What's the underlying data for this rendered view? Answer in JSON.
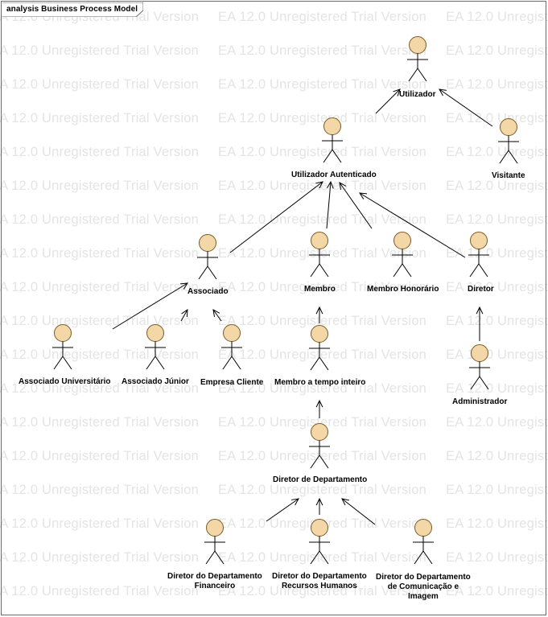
{
  "diagram": {
    "title": "analysis Business Process Model",
    "watermark": "EA 12.0 Unregistered Trial Version",
    "colors": {
      "actor_head_fill": "#f4d7a6",
      "actor_head_stroke": "#7a5a2a",
      "line": "#000000",
      "watermark": "#e4e4e4",
      "frame": "#6b6b6b"
    }
  },
  "actors": [
    {
      "id": "utilizador",
      "name": "Utilizador"
    },
    {
      "id": "utilizador_autenticado",
      "name": "Utilizador Autenticado"
    },
    {
      "id": "visitante",
      "name": "Visitante"
    },
    {
      "id": "associado",
      "name": "Associado"
    },
    {
      "id": "membro",
      "name": "Membro"
    },
    {
      "id": "membro_honorario",
      "name": "Membro Honorário"
    },
    {
      "id": "diretor",
      "name": "Diretor"
    },
    {
      "id": "associado_universitario",
      "name": "Associado Universitário"
    },
    {
      "id": "associado_junior",
      "name": "Associado Júnior"
    },
    {
      "id": "empresa_cliente",
      "name": "Empresa Cliente"
    },
    {
      "id": "membro_tempo_inteiro",
      "name": "Membro a tempo inteiro"
    },
    {
      "id": "administrador",
      "name": "Administrador"
    },
    {
      "id": "diretor_departamento",
      "name": "Diretor de Departamento"
    },
    {
      "id": "diretor_dep_financeiro",
      "name": "Diretor do Departamento Financeiro"
    },
    {
      "id": "diretor_dep_rh",
      "name": "Diretor do Departamento Recursos Humanos"
    },
    {
      "id": "diretor_dep_comunicacao",
      "name": "Diretor do Departamento de Comunicação e Imagem"
    }
  ],
  "generalizations": [
    {
      "from": "utilizador_autenticado",
      "to": "utilizador"
    },
    {
      "from": "visitante",
      "to": "utilizador"
    },
    {
      "from": "associado",
      "to": "utilizador_autenticado"
    },
    {
      "from": "membro",
      "to": "utilizador_autenticado"
    },
    {
      "from": "membro_honorario",
      "to": "utilizador_autenticado"
    },
    {
      "from": "diretor",
      "to": "utilizador_autenticado"
    },
    {
      "from": "associado_universitario",
      "to": "associado"
    },
    {
      "from": "associado_junior",
      "to": "associado"
    },
    {
      "from": "empresa_cliente",
      "to": "associado"
    },
    {
      "from": "membro_tempo_inteiro",
      "to": "membro"
    },
    {
      "from": "administrador",
      "to": "diretor"
    },
    {
      "from": "diretor_departamento",
      "to": "membro_tempo_inteiro"
    },
    {
      "from": "diretor_dep_financeiro",
      "to": "diretor_departamento"
    },
    {
      "from": "diretor_dep_rh",
      "to": "diretor_departamento"
    },
    {
      "from": "diretor_dep_comunicacao",
      "to": "diretor_departamento"
    }
  ]
}
